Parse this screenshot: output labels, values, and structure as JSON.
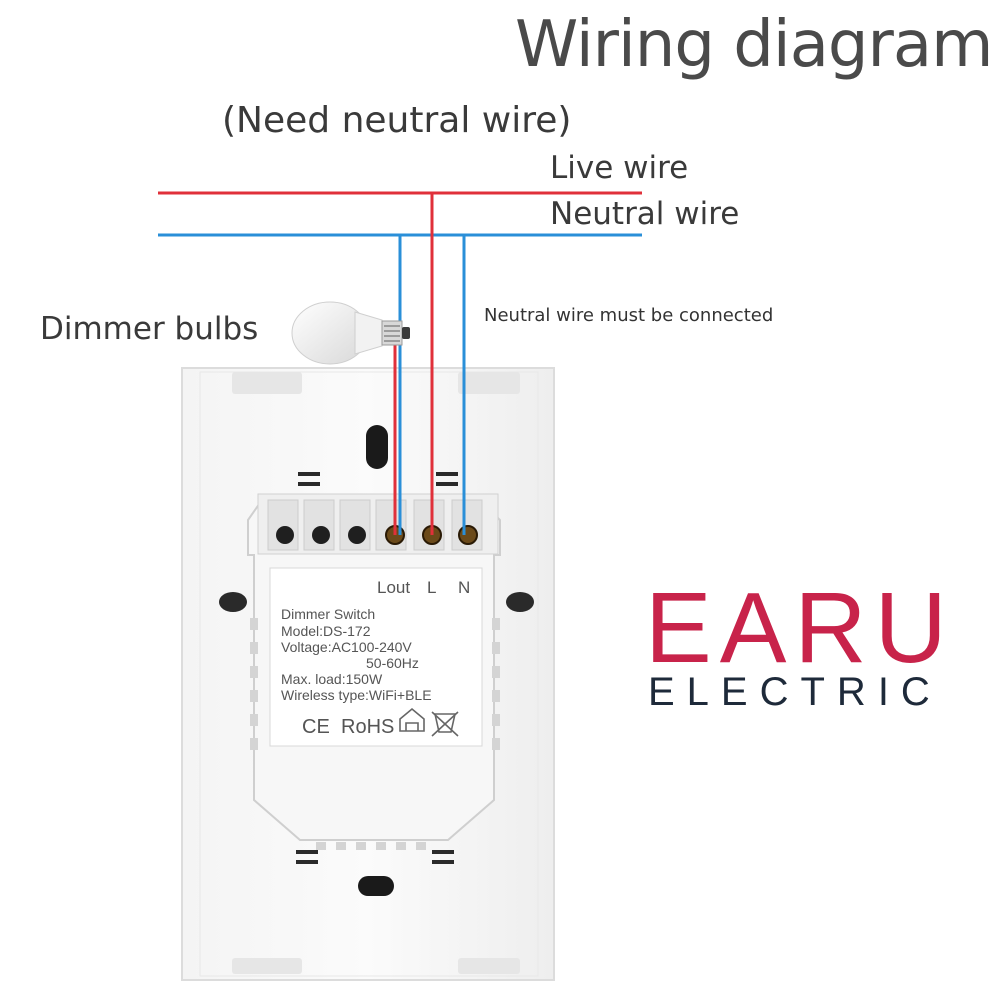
{
  "title": "Wiring diagram",
  "subtitle": "(Need neutral wire)",
  "wires": {
    "live_label": "Live wire",
    "neutral_label": "Neutral wire",
    "live_color": "#e0303a",
    "neutral_color": "#2a8fd8"
  },
  "bulb_label": "Dimmer bulbs",
  "note": "Neutral wire must be connected",
  "device": {
    "terminals": [
      "Lout",
      "L",
      "N"
    ],
    "spec_lines": [
      "Dimmer Switch",
      "Model:DS-172",
      "Voltage:AC100-240V",
      "50-60Hz",
      "Max. load:150W",
      "Wireless type:WiFi+BLE"
    ],
    "cert_marks": [
      "CE",
      "RoHS"
    ]
  },
  "brand": {
    "name": "EARU",
    "sub": "ELECTRIC",
    "name_color": "#c8234a",
    "sub_color": "#1e2a3a"
  }
}
